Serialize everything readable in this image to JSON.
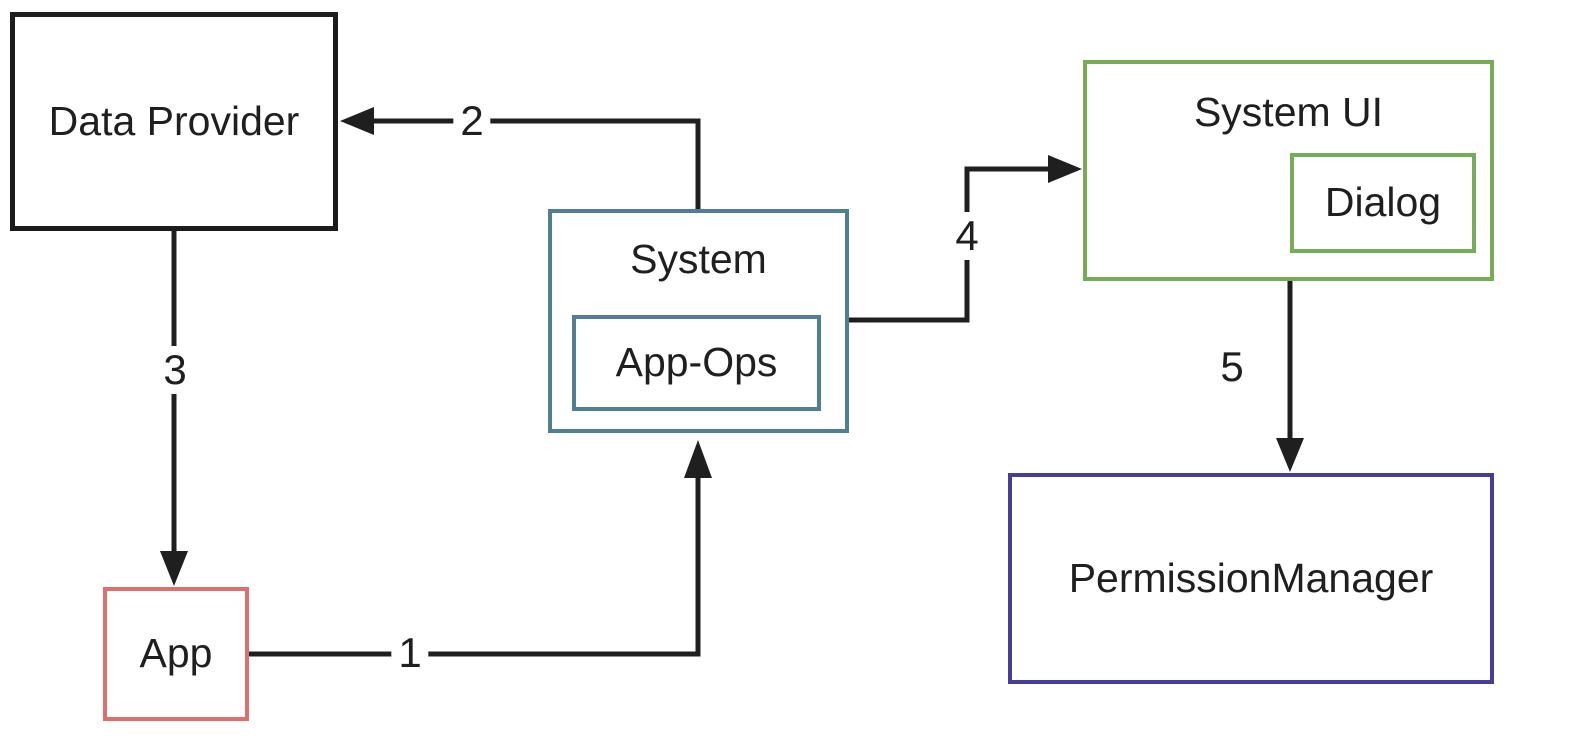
{
  "diagram": {
    "background_color": "#ffffff",
    "line_color": "#1f1f1f",
    "text_color": "#1f1f1f",
    "nodes": {
      "data_provider": {
        "label": "Data Provider",
        "border_color": "#1c1c1c"
      },
      "system": {
        "label": "System",
        "border_color": "#4f7f90"
      },
      "app_ops": {
        "label": "App-Ops",
        "border_color": "#4f7f90",
        "parent": "system"
      },
      "system_ui": {
        "label": "System UI",
        "border_color": "#76ac58"
      },
      "dialog": {
        "label": "Dialog",
        "border_color": "#76ac58",
        "parent": "system_ui"
      },
      "permission_manager": {
        "label": "PermissionManager",
        "border_color": "#473d99"
      },
      "app": {
        "label": "App",
        "border_color": "#dd6f6f"
      }
    },
    "edges": [
      {
        "label": "1",
        "from": "App",
        "to": "System",
        "direction": "right-then-up"
      },
      {
        "label": "2",
        "from": "System",
        "to": "Data Provider",
        "direction": "up-then-left"
      },
      {
        "label": "3",
        "from": "Data Provider",
        "to": "App",
        "direction": "down"
      },
      {
        "label": "4",
        "from": "System",
        "to": "System UI",
        "direction": "right-up-right"
      },
      {
        "label": "5",
        "from": "System UI",
        "to": "PermissionManager",
        "direction": "down"
      }
    ]
  }
}
